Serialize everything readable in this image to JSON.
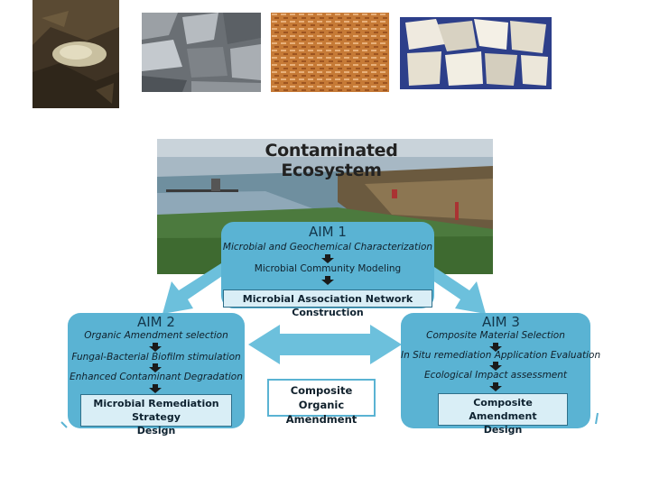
{
  "photos": [
    {
      "name": "dark-soil-photo",
      "colors": [
        "#4a3a28",
        "#6a5a40",
        "#c9c0a0"
      ]
    },
    {
      "name": "gray-shale-photo",
      "colors": [
        "#555a5f",
        "#8a9095",
        "#c0c5ca"
      ]
    },
    {
      "name": "orange-wood-chips-photo",
      "colors": [
        "#b86a2c",
        "#d98f4c",
        "#e8b07a"
      ]
    },
    {
      "name": "white-shells-photo",
      "colors": [
        "#2d3f8a",
        "#d8d2c2",
        "#f0ece2"
      ]
    }
  ],
  "hero": {
    "title": "Contaminated Ecosystem"
  },
  "aim1": {
    "title": "AIM 1",
    "steps": [
      "Microbial and Geochemical Characterization",
      "Microbial Community Modeling"
    ],
    "final": "Microbial Association Network Construction"
  },
  "aim2": {
    "title": "AIM 2",
    "steps": [
      "Organic Amendment selection",
      "Fungal-Bacterial Biofilm stimulation",
      "Enhanced Contaminant Degradation"
    ],
    "final_line1": "Microbial Remediation Strategy",
    "final_line2": "Design"
  },
  "aim3": {
    "title": "AIM 3",
    "steps": [
      "Composite Material Selection",
      "In Situ remediation Application Evaluation",
      "Ecological Impact assessment"
    ],
    "final_line1": "Composite Amendment",
    "final_line2": "Design"
  },
  "center": {
    "line1": "Composite Organic",
    "line2": "Amendment"
  },
  "colors": {
    "box": "#5ab3d3",
    "arrow": "#6cc0dc",
    "final_fill": "#d9eef6"
  }
}
